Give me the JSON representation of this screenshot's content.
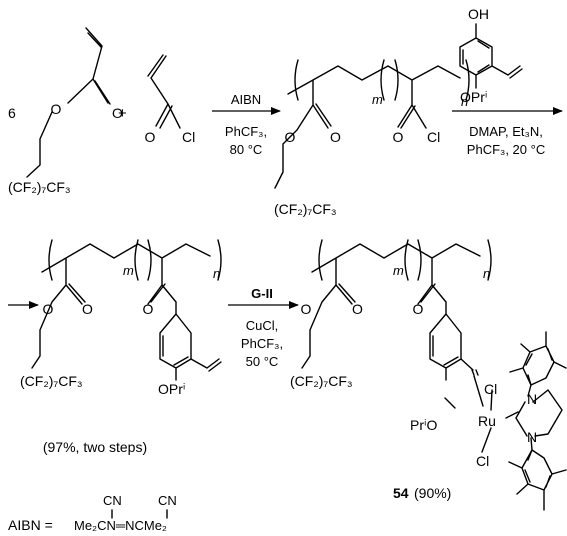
{
  "scheme": {
    "step1": {
      "coefficient": "6",
      "plus": "+",
      "monomer_atoms": {
        "o_ester": "O",
        "o_carbonyl": "O"
      },
      "monomer_chain": "(CF₂)₇CF₃",
      "acyl_chloride_atoms": {
        "o": "O",
        "cl": "Cl"
      },
      "reagent_above": "AIBN",
      "conditions": [
        "PhCF₃,",
        "80 °C"
      ],
      "product_atoms": {
        "o_ester": "O",
        "o_carbonyl": "O",
        "o_acyl": "O",
        "cl": "Cl"
      },
      "product_chain": "(CF₂)₇CF₃",
      "m": "m",
      "n": "n"
    },
    "step2": {
      "phenol_atoms": {
        "oh": "OH",
        "opr": "OPrⁱ"
      },
      "conditions": [
        "DMAP, Et₃N,",
        "PhCF₃, 20 °C"
      ]
    },
    "step3": {
      "intermediate_atoms": {
        "o1": "O",
        "o2": "O",
        "o3": "O",
        "opr": "OPrⁱ"
      },
      "intermediate_chain": "(CF₂)₇CF₃",
      "yield": "(97%, two steps)",
      "reagent_above": "G-II",
      "conditions": [
        "CuCl,",
        "PhCF₃,",
        "50 °C"
      ],
      "m": "m",
      "n": "n"
    },
    "product": {
      "atoms": {
        "o1": "O",
        "o2": "O",
        "o3": "O",
        "pro": "PrⁱO",
        "ru": "Ru",
        "cl1": "Cl",
        "cl2": "Cl",
        "n1": "N",
        "n2": "N"
      },
      "chain": "(CF₂)₇CF₃",
      "compound_number": "54",
      "yield": "(90%)",
      "m": "m",
      "n": "n"
    },
    "aibn_definition": {
      "label": "AIBN =",
      "cn_left": "CN",
      "cn_right": "CN",
      "formula": "Me₂CN═NCMe₂"
    }
  }
}
